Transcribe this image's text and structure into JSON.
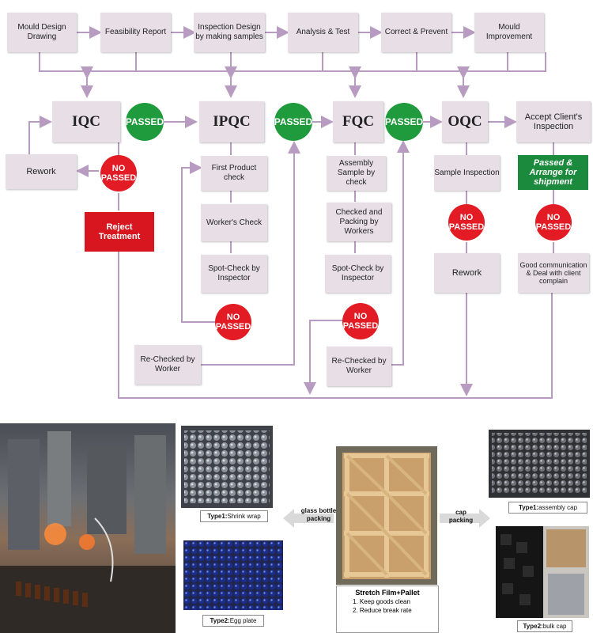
{
  "process_top": [
    "Mould Design Drawing",
    "Feasibility Report",
    "Inspection Design by making samples",
    "Analysis & Test",
    "Correct & Prevent",
    "Mould Improvement"
  ],
  "stages": {
    "iqc": "IQC",
    "ipqc": "IPQC",
    "fqc": "FQC",
    "oqc": "OQC",
    "accept": "Accept Client's Inspection"
  },
  "passed_label": "PASSED",
  "no_passed_label": "NO PASSED",
  "iqc_branch": {
    "rework": "Rework",
    "reject": "Reject Treatment"
  },
  "ipqc_steps": [
    "First Product check",
    "Worker's Check",
    "Spot-Check by Inspector"
  ],
  "ipqc_recheck": "Re-Checked by Worker",
  "fqc_steps": [
    "Assembly Sample by check",
    "Checked and Packing by Workers",
    "Spot-Check by Inspector"
  ],
  "fqc_recheck": "Re-Checked by Worker",
  "oqc_steps": {
    "sample": "Sample Inspection",
    "rework": "Rework"
  },
  "accept_branch": {
    "shipment": "Passed & Arrange for shipment",
    "complain": "Good communication & Deal with client complain"
  },
  "packing": {
    "glass_label": "glass bottle packing",
    "cap_label": "cap packing",
    "type1_glass": {
      "bold": "Type1:",
      "text": "Shrink wrap"
    },
    "type2_glass": {
      "bold": "Type2:",
      "text": "Egg plate"
    },
    "type1_cap": {
      "bold": "Type1:",
      "text": "assembly  cap"
    },
    "type2_cap": {
      "bold": "Type2:",
      "text": "bulk cap"
    },
    "pallet_title": "Stretch Film+Pallet",
    "pallet_items": [
      "1.   Keep goods clean",
      "2.   Reduce break rate"
    ]
  },
  "colors": {
    "box": "#e8dfe6",
    "line": "#b79bc0",
    "passed": "#1f9a3c",
    "no_passed": "#e21b24"
  }
}
